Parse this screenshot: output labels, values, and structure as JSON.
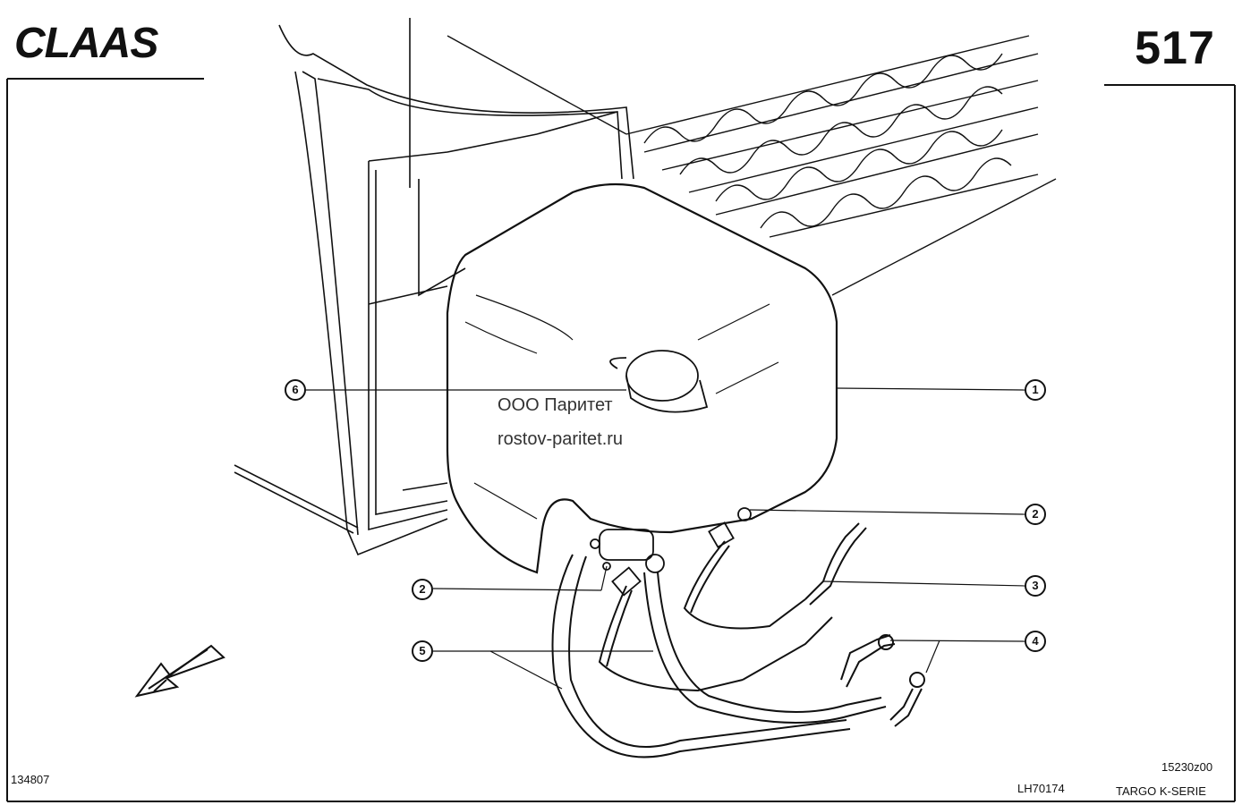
{
  "header": {
    "brand": "CLAAS",
    "page_number": "517"
  },
  "footer": {
    "left_code": "134807",
    "drawing_ref": "15230z00",
    "diagram_code": "LH70174",
    "series": "TARGO K-SERIE"
  },
  "watermark": {
    "line1": "ООО Паритет",
    "line2": "rostov-paritet.ru"
  },
  "callouts": [
    {
      "id": "c6",
      "label": "6"
    },
    {
      "id": "c1",
      "label": "1"
    },
    {
      "id": "c2a",
      "label": "2"
    },
    {
      "id": "c3",
      "label": "3"
    },
    {
      "id": "c2b",
      "label": "2"
    },
    {
      "id": "c4",
      "label": "4"
    },
    {
      "id": "c5",
      "label": "5"
    }
  ],
  "direction_arrow": {
    "icon": "direction-arrow-icon"
  },
  "colors": {
    "ink": "#111111",
    "paper": "#ffffff"
  }
}
